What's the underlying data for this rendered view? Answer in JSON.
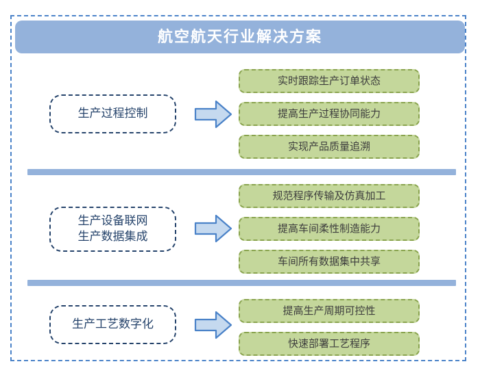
{
  "title": {
    "text": "航空航天行业解决方案"
  },
  "colors": {
    "frame_border": "#4a82c8",
    "banner_fill": "#94b2db",
    "divider_fill": "#94b2db",
    "category_border": "#25436b",
    "category_text": "#25436b",
    "item_fill": "#c4d79b",
    "item_border": "#89a34e",
    "item_text": "#3d3d3d",
    "arrow_fill": "#c5d9ef",
    "arrow_border": "#4a82c8",
    "banner_text": "#ffffff"
  },
  "sections": [
    {
      "category": "生产过程控制",
      "arrow": "right-arrow-icon",
      "items": [
        "实时跟踪生产订单状态",
        "提高生产过程协同能力",
        "实现产品质量追溯"
      ]
    },
    {
      "category": "生产设备联网\n生产数据集成",
      "arrow": "right-arrow-icon",
      "items": [
        "规范程序传输及仿真加工",
        "提高车间柔性制造能力",
        "车间所有数据集中共享"
      ]
    },
    {
      "category": "生产工艺数字化",
      "arrow": "right-arrow-icon",
      "items": [
        "提高生产周期可控性",
        "快速部署工艺程序"
      ]
    }
  ]
}
